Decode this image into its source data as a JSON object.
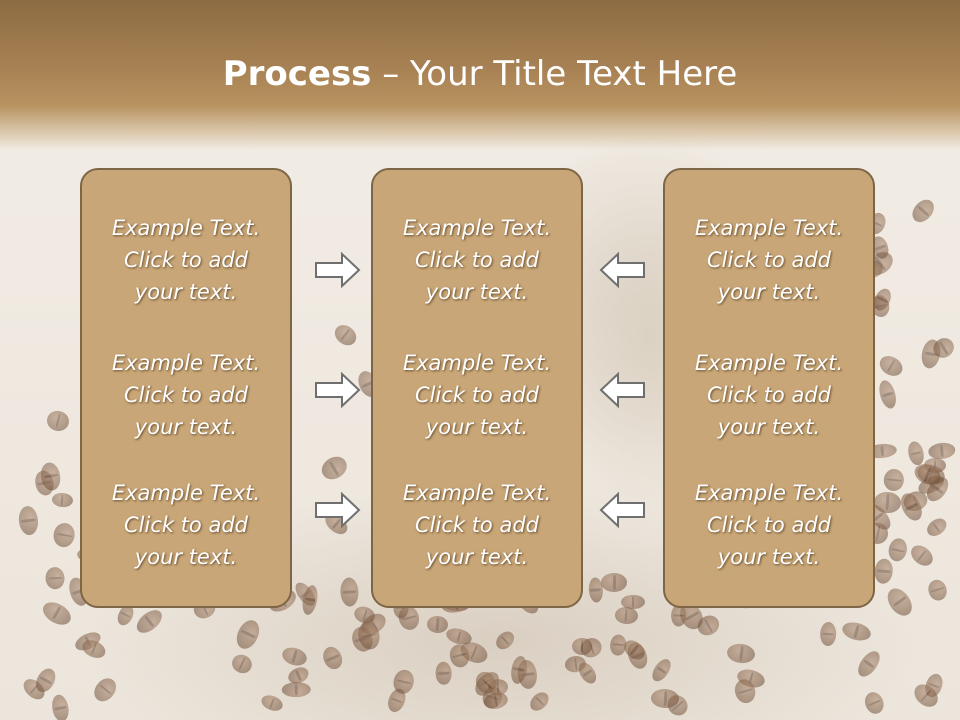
{
  "title": {
    "bold": "Process",
    "rest": " – Your Title Text Here"
  },
  "columns": [
    {
      "items": [
        {
          "lines": [
            "Example Text.",
            "Click  to add",
            "your text."
          ]
        },
        {
          "lines": [
            "Example Text.",
            "Click  to add",
            "your text."
          ]
        },
        {
          "lines": [
            "Example Text.",
            "Click  to add",
            "your text."
          ]
        }
      ]
    },
    {
      "items": [
        {
          "lines": [
            "Example Text.",
            "Click  to add",
            "your text."
          ]
        },
        {
          "lines": [
            "Example Text.",
            "Click  to add",
            "your text."
          ]
        },
        {
          "lines": [
            "Example Text.",
            "Click  to add",
            "your text."
          ]
        }
      ]
    },
    {
      "items": [
        {
          "lines": [
            "Example Text.",
            "Click  to add",
            "your text."
          ]
        },
        {
          "lines": [
            "Example Text.",
            "Click  to add",
            "your text."
          ]
        },
        {
          "lines": [
            "Example Text.",
            "Click  to add",
            "your text."
          ]
        }
      ]
    }
  ],
  "icons": {
    "left_arrows": "right-arrow-icon",
    "right_arrows": "left-arrow-icon"
  },
  "colors": {
    "box_fill": "#c8a677",
    "box_border": "#7e6546",
    "header": "#a78153",
    "text": "#ffffff"
  }
}
